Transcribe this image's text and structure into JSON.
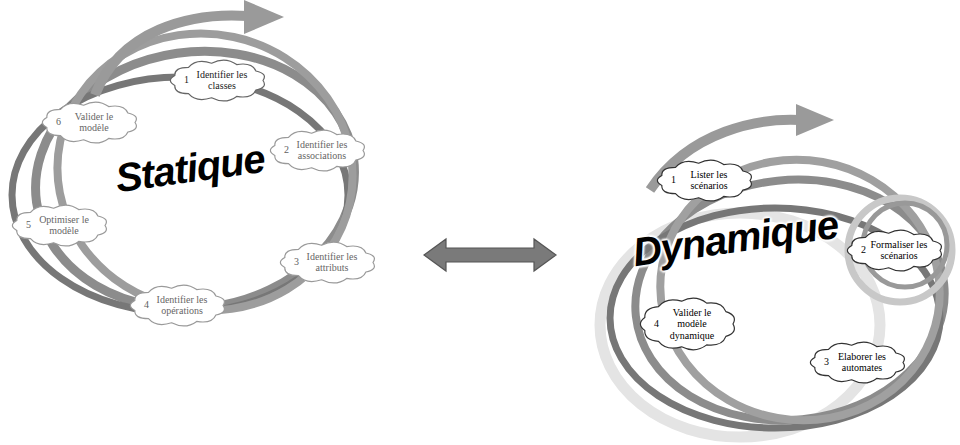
{
  "diagram": {
    "nodes": [
      {
        "text": [
          "Statique"
        ]
      },
      {
        "text": [
          "1",
          "Identifier les classes"
        ],
        "in": 0
      },
      {
        "text": [
          "2",
          "Identifier les associations"
        ],
        "in": 0
      },
      {
        "text": [
          "3",
          "Identifier les attributs"
        ],
        "in": 0
      },
      {
        "text": [
          "4",
          "Identifier les opérations"
        ],
        "in": 0
      },
      {
        "text": [
          "5",
          "Optimiser le modèle"
        ],
        "in": 0
      },
      {
        "text": [
          "6",
          "Valider le modèle"
        ],
        "in": 0
      },
      {
        "text": [
          "Dynamique"
        ]
      },
      {
        "text": [
          "1",
          "Lister les scénarios"
        ],
        "in": 7
      },
      {
        "text": [
          "2",
          "Formaliser les scénarios"
        ],
        "in": 7
      },
      {
        "text": [
          "3",
          "Elaborer les automates"
        ],
        "in": 7
      },
      {
        "text": [
          "4",
          "Valider le modèle dynamique"
        ],
        "in": 7
      }
    ],
    "edges": [
      {
        "from": 0,
        "to": 7,
        "arrow": "both"
      }
    ]
  }
}
